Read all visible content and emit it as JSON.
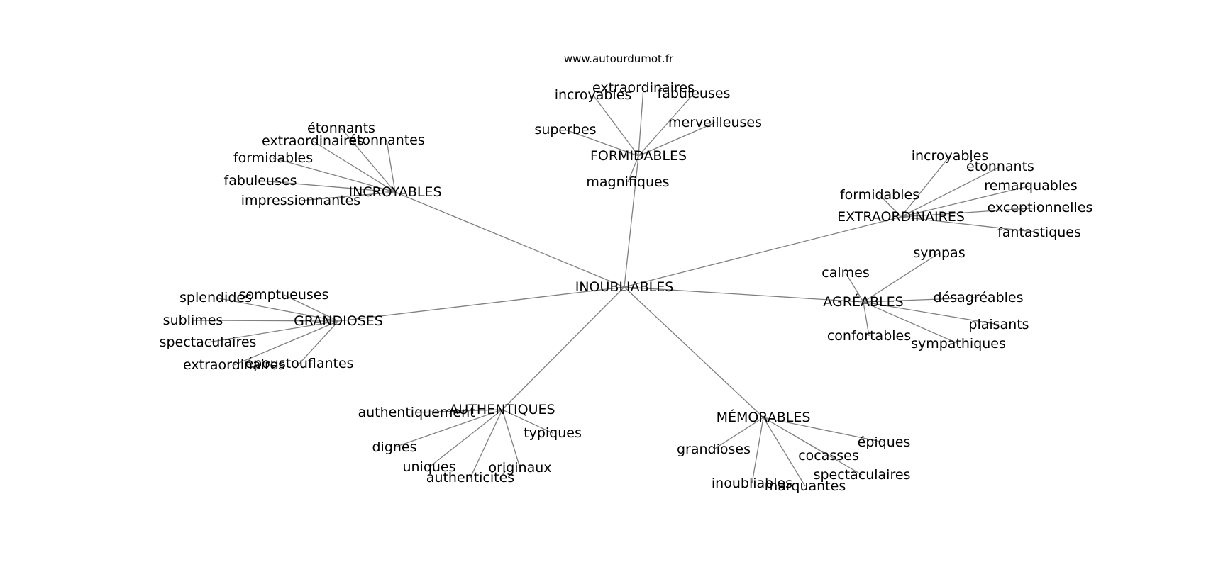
{
  "source": "www.autourdumot.fr",
  "colors": {
    "edge": "#808080",
    "text": "#000000",
    "background": "#ffffff"
  },
  "graph": {
    "center": "INOUBLIABLES",
    "clusters": [
      {
        "hub": "FORMIDABLES",
        "words": [
          "extraordinaires",
          "incroyables",
          "fabuleuses",
          "superbes",
          "merveilleuses",
          "magnifiques"
        ]
      },
      {
        "hub": "INCROYABLES",
        "words": [
          "étonnants",
          "extraordinaires",
          "étonnantes",
          "formidables",
          "fabuleuses",
          "impressionnantes"
        ]
      },
      {
        "hub": "EXTRAORDINAIRES",
        "words": [
          "incroyables",
          "étonnants",
          "remarquables",
          "formidables",
          "exceptionnelles",
          "fantastiques"
        ]
      },
      {
        "hub": "AGRÉABLES",
        "words": [
          "sympas",
          "calmes",
          "désagréables",
          "plaisants",
          "confortables",
          "sympathiques"
        ]
      },
      {
        "hub": "GRANDIOSES",
        "words": [
          "splendides",
          "somptueuses",
          "sublimes",
          "spectaculaires",
          "extraordinaires",
          "époustouflantes"
        ]
      },
      {
        "hub": "AUTHENTIQUES",
        "words": [
          "authentiquement",
          "typiques",
          "dignes",
          "uniques",
          "originaux",
          "authenticités"
        ]
      },
      {
        "hub": "MÉMORABLES",
        "words": [
          "épiques",
          "grandioses",
          "cocasses",
          "spectaculaires",
          "inoubliables",
          "marquantes"
        ]
      }
    ]
  }
}
